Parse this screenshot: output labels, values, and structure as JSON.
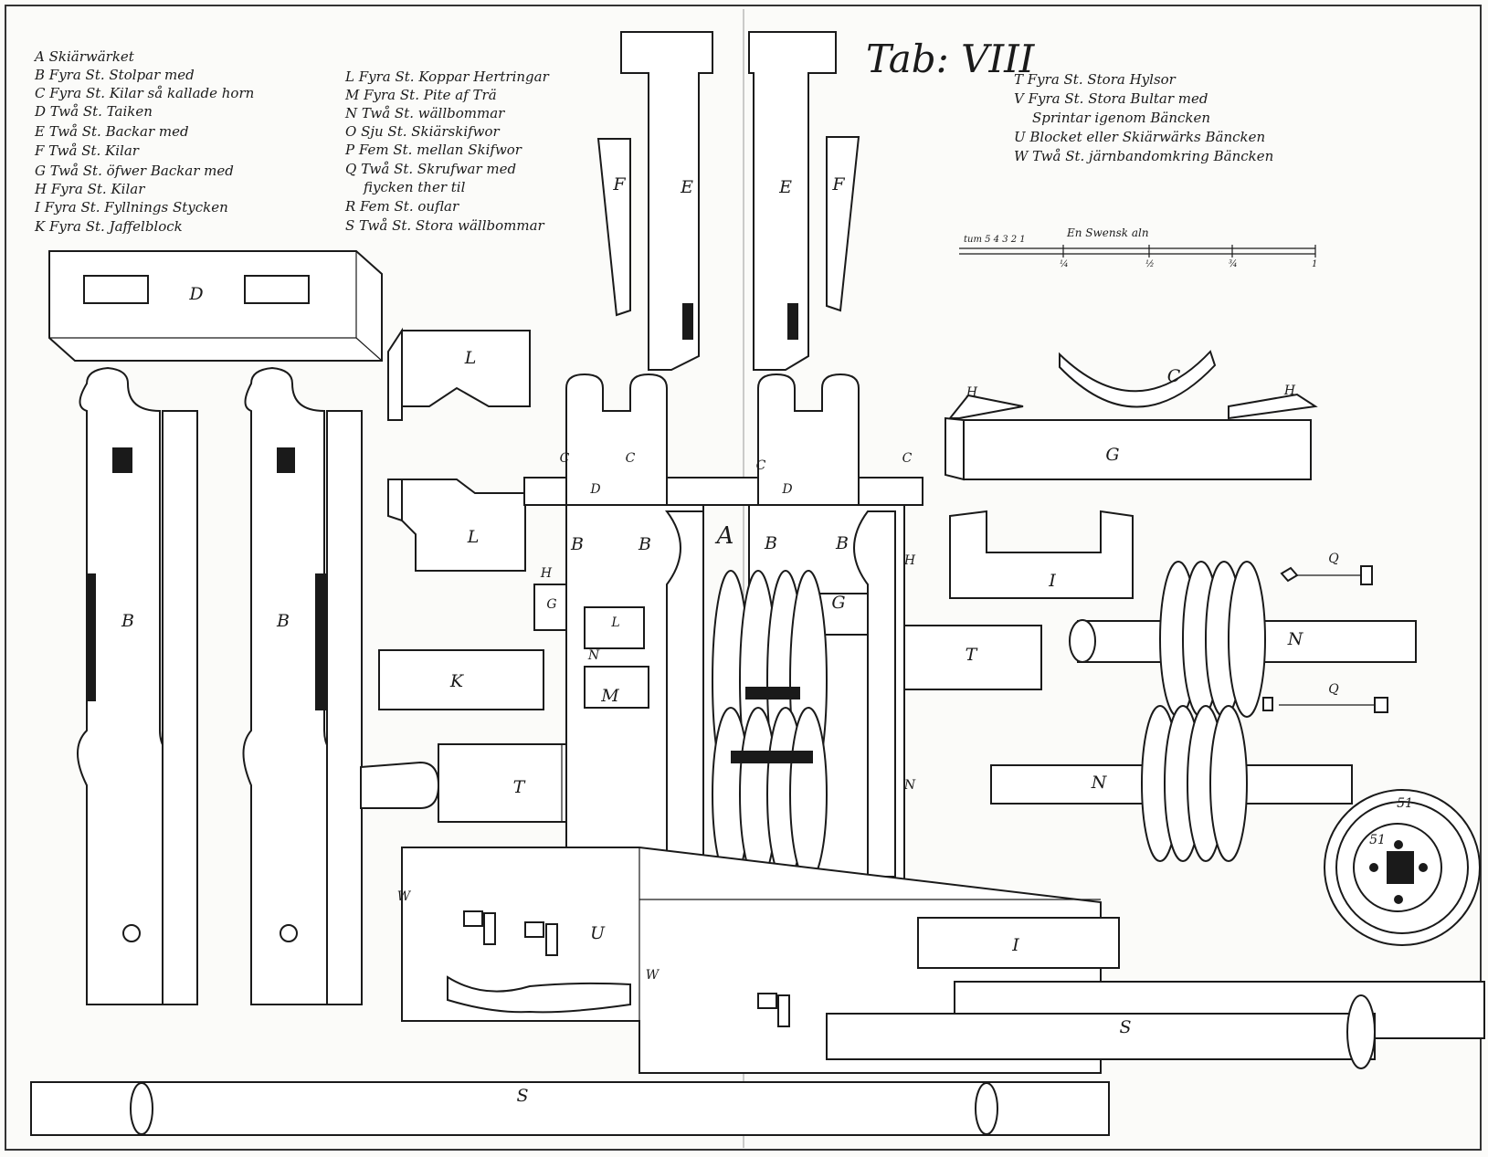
{
  "title": "Tab: VIII",
  "legend_left": [
    "A Skiärwärket",
    "B Fyra St. Stolpar med",
    "C Fyra St. Kilar så kallade horn",
    "D Twå St. Taiken",
    "E Twå St. Backar med",
    "F Twå St. Kilar",
    "G Twå St. öfwer Backar med",
    "H Fyra St. Kilar",
    "I Fyra St. Fyllnings Stycken",
    "K Fyra St. Jaffelblock"
  ],
  "legend_middle": [
    "L Fyra St. Koppar Hertringar",
    "M Fyra St. Pite af Trä",
    "N Twå St. wällbommar",
    "O Sju St. Skiärskifwor",
    "P Fem St. mellan Skifwor",
    "Q Twå St. Skrufwar med",
    "fiycken ther til",
    "R Fem St. ouflar",
    "S Twå St. Stora wällbommar"
  ],
  "legend_right": [
    "T Fyra St. Stora Hylsor",
    "V Fyra St. Stora Bultar med",
    "Sprintar igenom Bäncken",
    "U Blocket eller Skiärwärks Bäncken",
    "W Twå St. järnbandomkring Bäncken"
  ],
  "scale": {
    "label": "En Swensk aln",
    "left_label": "tum 5 4 3 2 1",
    "ticks": [
      "¼",
      "½",
      "¾",
      "1"
    ]
  },
  "part_labels": {
    "D_top": "D",
    "B_left": "B",
    "B_right": "B",
    "L_top": "L",
    "L_mid": "L",
    "K": "K",
    "T_left": "T",
    "F_left": "F",
    "E_left": "E",
    "E_right": "E",
    "F_right": "F",
    "C1": "C",
    "C2": "C",
    "C3": "C",
    "C4": "C",
    "D_bar1": "D",
    "D_bar2": "D",
    "B1": "B",
    "B2": "B",
    "A": "A",
    "B3": "B",
    "B4": "B",
    "G_left": "G",
    "L_small": "L",
    "N_small": "N",
    "M_small": "M",
    "G_center": "G",
    "H_small1": "H",
    "H_small2": "H",
    "C_arc": "C",
    "H_left": "H",
    "H_right": "H",
    "G_right": "G",
    "I_right": "I",
    "Q1": "Q",
    "Q2": "Q",
    "T_right": "T",
    "N_right1": "N",
    "N_right2": "N",
    "N_center": "N",
    "W1": "W",
    "W2": "W",
    "U": "U",
    "I_bottom": "I",
    "S_right": "S",
    "S_left": "S",
    "Si1": "51",
    "Si2": "51"
  }
}
